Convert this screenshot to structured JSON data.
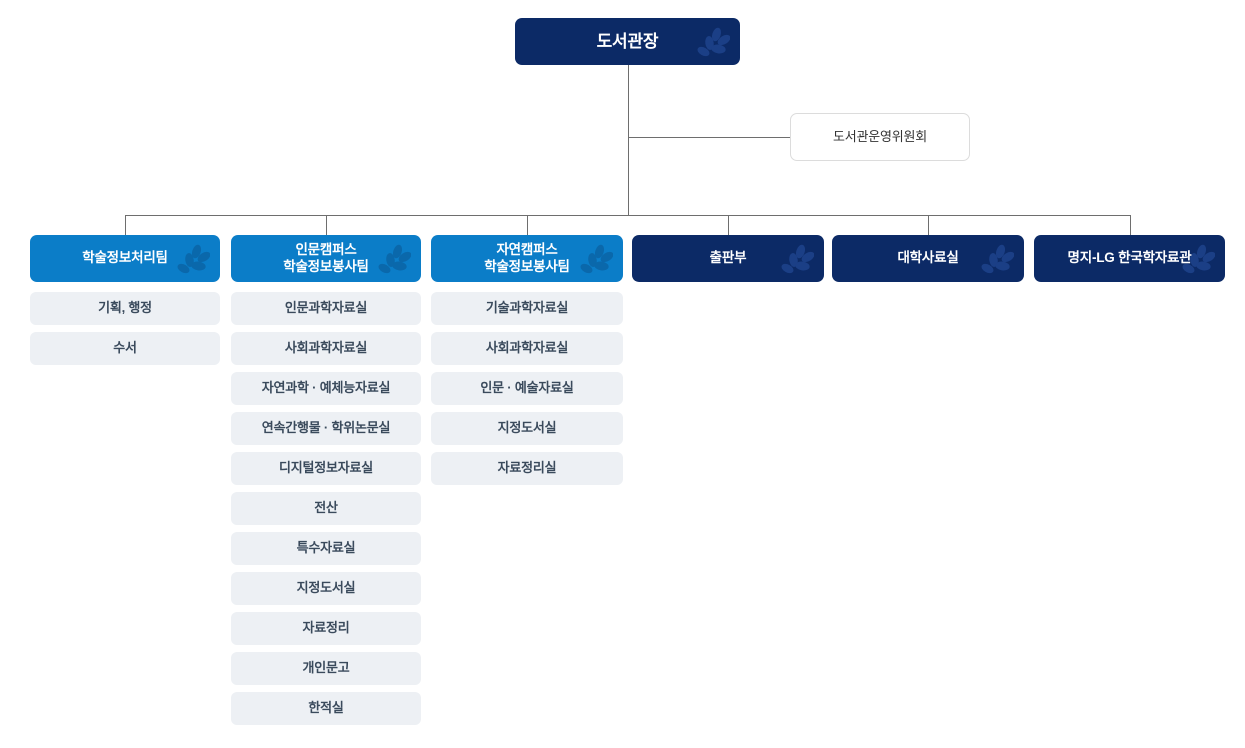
{
  "page": {
    "title": "도서관 조직도",
    "background": "#ffffff",
    "line_color": "#6e6e6e"
  },
  "colors": {
    "navy": "#0c2a66",
    "blue": "#0b7dc8",
    "sub_bg": "#edf0f4",
    "sub_text": "#3a4a5c",
    "plain_border": "#dcdcdc",
    "plain_text": "#333333",
    "leaf_navy": "#1b3f86",
    "leaf_blue": "#0a68ab"
  },
  "root": {
    "label": "도서관장",
    "style": "navy",
    "decoration": "leaf-icon"
  },
  "committee": {
    "label": "도서관운영위원회",
    "style": "plain"
  },
  "departments": [
    {
      "label": "학술정보처리팀",
      "style": "blue",
      "decoration": "leaf-icon",
      "children": [
        "기획, 행정",
        "수서"
      ]
    },
    {
      "label": "인문캠퍼스\n학술정보봉사팀",
      "style": "blue",
      "decoration": "leaf-icon",
      "children": [
        "인문과학자료실",
        "사회과학자료실",
        "자연과학 · 예체능자료실",
        "연속간행물 · 학위논문실",
        "디지털정보자료실",
        "전산",
        "특수자료실",
        "지정도서실",
        "자료정리",
        "개인문고",
        "한적실"
      ]
    },
    {
      "label": "자연캠퍼스\n학술정보봉사팀",
      "style": "blue",
      "decoration": "leaf-icon",
      "children": [
        "기술과학자료실",
        "사회과학자료실",
        "인문 · 예술자료실",
        "지정도서실",
        "자료정리실"
      ]
    },
    {
      "label": "출판부",
      "style": "navy",
      "decoration": "leaf-icon",
      "children": []
    },
    {
      "label": "대학사료실",
      "style": "navy",
      "decoration": "leaf-icon",
      "children": []
    },
    {
      "label": "명지-LG 한국학자료관",
      "style": "navy",
      "decoration": "leaf-icon",
      "children": []
    }
  ]
}
